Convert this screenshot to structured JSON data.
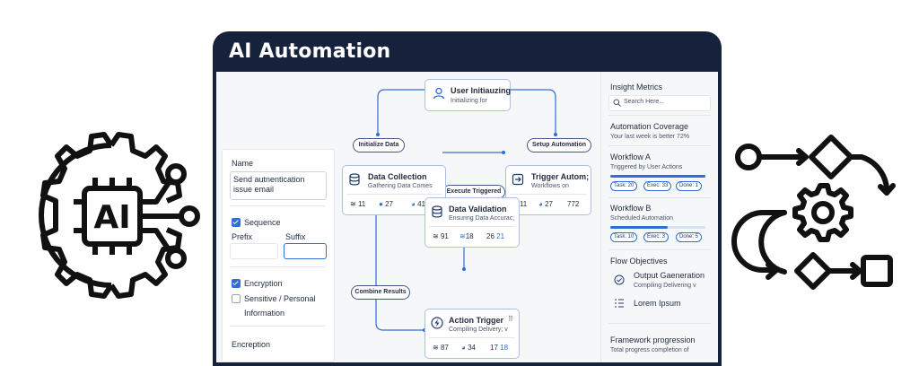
{
  "window": {
    "title": "AI Automation"
  },
  "form": {
    "name_label": "Name",
    "name_value": "Send autnentication issue email",
    "sequence_label": "Sequence",
    "prefix_label": "Prefix",
    "suffix_label": "Suffix",
    "encryption_label": "Encryption",
    "sensitive_label": "Sensitive / Personal",
    "information_label": "Information",
    "encreption_label": "Encreption"
  },
  "flow": {
    "user_node": {
      "title": "User Initiauzing",
      "subtitle": "Initializing for",
      "icon": "user-icon"
    },
    "pills": {
      "initialize": "Initialize Data",
      "setup": "Setup Automation",
      "execute": "Execute Triggered",
      "combine": "Combine Results"
    },
    "collection_node": {
      "title": "Data Collection",
      "subtitle": "Gathering Data Comes",
      "icon": "database-icon",
      "stats": [
        "11",
        "27",
        "41"
      ]
    },
    "trigger_node": {
      "title": "Trigger Autom;",
      "subtitle": "Workflows on",
      "icon": "login-icon",
      "stats": [
        "11",
        "27",
        "772"
      ]
    },
    "validation_node": {
      "title": "Data Validation",
      "subtitle": "Ensuring Data Accurac;",
      "icon": "database-icon",
      "stats": [
        "91",
        "18",
        "26",
        "21"
      ]
    },
    "action_node": {
      "title": "Action Trigger",
      "subtitle": "Compiling Delivery; v",
      "icon": "bolt-icon",
      "stats": [
        "87",
        "34",
        "17",
        "18"
      ]
    }
  },
  "metrics": {
    "title": "Insight Metrics",
    "search_placeholder": "Search Here...",
    "coverage_title": "Automation Coverage",
    "coverage_sub": "Your last week is better 72%",
    "workflow_a": {
      "title": "Workflow A",
      "sub": "Triggered by User Actions",
      "progress": 1.0,
      "tags": [
        "Task: 20",
        "Exec: 33",
        "Done: 1"
      ]
    },
    "workflow_b": {
      "title": "Workflow B",
      "sub": "Scheduled Automation",
      "progress": 0.6,
      "tags": [
        "Task: 10",
        "Exec: 3",
        "Done: 5"
      ]
    },
    "objectives_title": "Flow Objectives",
    "objective_1": {
      "title": "Output Gaeneration",
      "sub": "Compiling Delivering v"
    },
    "objective_2": {
      "title": "Lorem Ipsum"
    },
    "progression_title": "Framework progression",
    "progression_sub": "Total progress completion of"
  },
  "icons": {
    "left": "ai-chip-gear-icon",
    "right": "workflow-process-icon"
  },
  "colors": {
    "frame": "#16213b",
    "accent": "#2f6fd6",
    "node_border": "#a9c0e3"
  }
}
